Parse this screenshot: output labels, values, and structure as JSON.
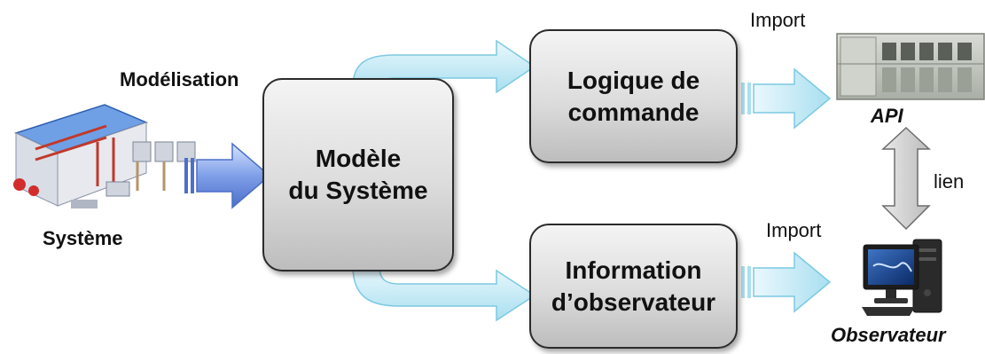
{
  "diagram": {
    "labels": {
      "modelisation": "Modélisation",
      "systeme": "Système",
      "import_top": "Import",
      "import_bottom": "Import",
      "api": "API",
      "lien": "lien",
      "observateur": "Observateur"
    },
    "boxes": {
      "modele": "Modèle\ndu Système",
      "logique": "Logique de\ncommande",
      "information": "Information\nd’observateur"
    },
    "colors": {
      "arrow_light": "#dff3fb",
      "arrow_mid": "#a9dff0",
      "arrow_dark_blue": "#5b7fd8",
      "arrow_grey": "#c8c8c8",
      "box_border": "#2b2b2b"
    },
    "icons": [
      "factory-system-icon",
      "plc-api-icon",
      "computer-observer-icon"
    ]
  }
}
